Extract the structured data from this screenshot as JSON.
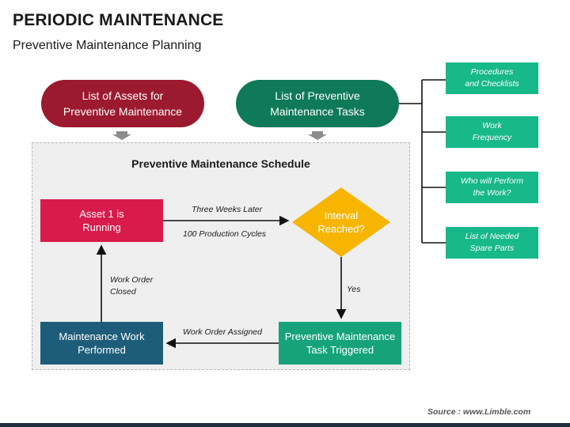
{
  "header": {
    "title": "PERIODIC MAINTENANCE",
    "subtitle": "Preventive Maintenance Planning"
  },
  "top": {
    "assets_line1": "List of Assets for",
    "assets_line2": "Preventive Maintenance",
    "tasks_line1": "List of Preventive",
    "tasks_line2": "Maintenance Tasks"
  },
  "schedule": {
    "title": "Preventive Maintenance Schedule",
    "asset_line1": "Asset 1 is",
    "asset_line2": "Running",
    "interval_line1": "Interval",
    "interval_line2": "Reached?",
    "triggered_line1": "Preventive Maintenance",
    "triggered_line2": "Task Triggered",
    "performed_line1": "Maintenance Work",
    "performed_line2": "Performed",
    "label_three_weeks": "Three Weeks Later",
    "label_cycles": "100 Production Cycles",
    "label_yes": "Yes",
    "label_assigned": "Work Order Assigned",
    "label_closed_line1": "Work Order",
    "label_closed_line2": "Closed"
  },
  "side": {
    "items": [
      {
        "line1": "Procedures",
        "line2": "and Checklists"
      },
      {
        "line1": "Work",
        "line2": "Frequency"
      },
      {
        "line1": "Who will Perform",
        "line2": "the Work?"
      },
      {
        "line1": "List of Needed",
        "line2": "Spare Parts"
      }
    ]
  },
  "footer": {
    "source": "Source : www.Limble.com"
  },
  "colors": {
    "assets_pill": "#9b1a2f",
    "tasks_pill": "#0e7a57",
    "asset_box": "#d81b4b",
    "diamond": "#f7b500",
    "triggered_box": "#16a37c",
    "performed_box": "#1e5d7a",
    "side_box": "#17b88a"
  }
}
